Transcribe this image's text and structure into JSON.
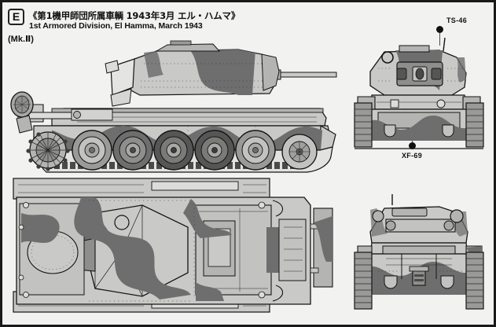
{
  "sheet": {
    "section_letter": "E",
    "title_jp": "《第1機甲師団所属車輌 1943年3月 エル・ハムマ》",
    "title_en": "1st Armored Division, El Hamma, March 1943",
    "variant": "(Mk.Ⅱ)"
  },
  "paint_callouts": [
    {
      "code": "TS-46",
      "name": "callout-ts-46"
    },
    {
      "code": "XF-69",
      "name": "callout-xf-69"
    }
  ],
  "views": [
    {
      "id": "side",
      "label": "side-elevation-left"
    },
    {
      "id": "front",
      "label": "front-elevation"
    },
    {
      "id": "top",
      "label": "plan-top-view"
    },
    {
      "id": "rear",
      "label": "rear-elevation"
    }
  ],
  "colors": {
    "page_background": "#f2f2f0",
    "border": "#1a1a1a",
    "camo_light": "#c9c9c7",
    "camo_mid": "#b4b4b2",
    "camo_dark": "#6e6e6e",
    "camo_darker": "#565656",
    "outline": "#151515",
    "text": "#111111"
  }
}
